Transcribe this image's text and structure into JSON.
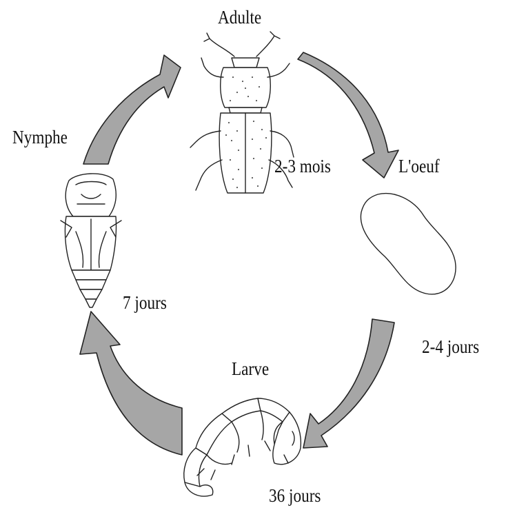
{
  "stages": {
    "adult": "Adulte",
    "egg": "L'oeuf",
    "larva": "Larve",
    "pupa": "Nymphe"
  },
  "durations": {
    "adult": "2-3 mois",
    "egg": "2-4 jours",
    "larva": "36 jours",
    "pupa": "7 jours"
  },
  "colors": {
    "arrow_fill": "#a6a6a6",
    "outline": "#222222",
    "background": "#ffffff"
  }
}
